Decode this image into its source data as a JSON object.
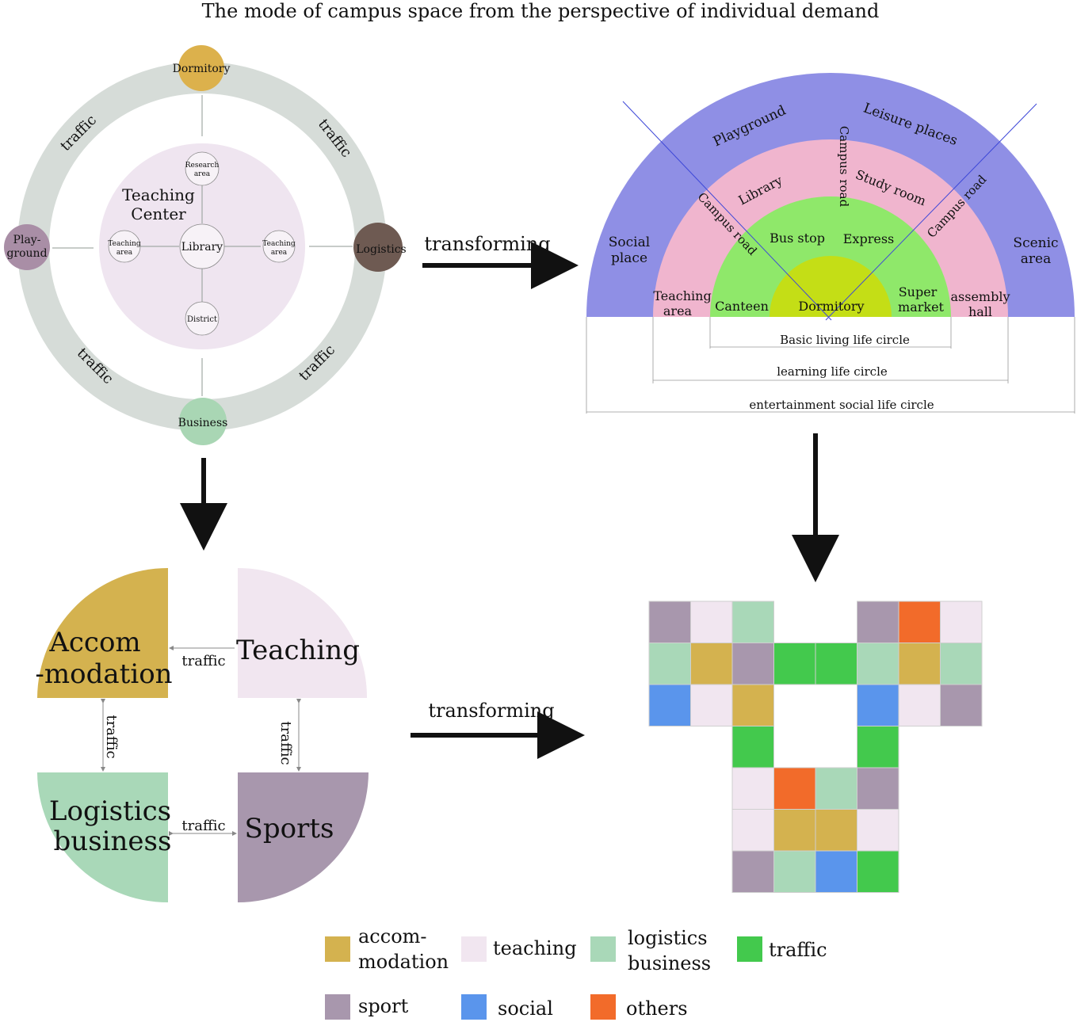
{
  "title": "The mode of campus space from the perspective of individual demand",
  "colors": {
    "accommodation": "#d4b24f",
    "teaching": "#f1e6f0",
    "logistics": "#a9d8b8",
    "traffic": "#43c94d",
    "sport": "#a897ad",
    "social": "#5a95ec",
    "others": "#f26b2a",
    "ring": "#d6dcd8",
    "outerArc": "#8f8fe5",
    "middleArc": "#f0b5ce",
    "innerArc": "#8fe86a",
    "coreArc": "#c4de16",
    "dormitoryNode": "#dcb14c",
    "logisticsNode": "#6e5a52",
    "businessNode": "#a9d6b4",
    "playgroundNode": "#a98ea6",
    "teachingCenter": "#efe5f0"
  },
  "ring_diagram": {
    "nodes": {
      "dormitory": "Dormitory",
      "playground_1": "Play-",
      "playground_2": "ground",
      "logistics": "Logistics",
      "business": "Business"
    },
    "traffic_labels": [
      "traffic",
      "traffic",
      "traffic",
      "traffic"
    ],
    "center_title_1": "Teaching",
    "center_title_2": "Center",
    "library": "Library",
    "research_1": "Research",
    "research_2": "area",
    "teaching_area_1": "Teaching",
    "teaching_area_2": "area",
    "district": "District"
  },
  "arc_diagram": {
    "outer": {
      "playground": "Playground",
      "leisure": "Leisure places",
      "social_1": "Social",
      "social_2": "place",
      "scenic_1": "Scenic",
      "scenic_2": "area"
    },
    "middle": {
      "campus_road_top_1": "Campus",
      "campus_road_top_2": "road",
      "library": "Library",
      "study_room": "Study room",
      "campus_road_left": "Campus road",
      "campus_road_right": "Campus road",
      "teaching_1": "Teaching",
      "teaching_2": "area",
      "assembly_1": "assembly",
      "assembly_2": "hall"
    },
    "inner": {
      "bus_stop": "Bus stop",
      "express": "Express",
      "canteen": "Canteen",
      "super_1": "Super",
      "super_2": "market"
    },
    "core": {
      "dormitory": "Dormitory"
    },
    "circles": {
      "basic": "Basic living life circle",
      "learning": "learning life circle",
      "entertainment": "entertainment social life circle"
    }
  },
  "transform_label_top": "transforming",
  "transform_label_bottom": "transforming",
  "quadrant_diagram": {
    "accommodation_1": "Accom",
    "accommodation_2": "-modation",
    "teaching": "Teaching",
    "logistics_1": "Logistics",
    "logistics_2": "business",
    "sports": "Sports",
    "traffic_top": "traffic",
    "traffic_bottom": "traffic",
    "traffic_left": "traffic",
    "traffic_right": "traffic"
  },
  "grid": {
    "cells": [
      [
        0,
        0,
        "sport"
      ],
      [
        1,
        0,
        "teaching"
      ],
      [
        2,
        0,
        "logistics"
      ],
      [
        5,
        0,
        "sport"
      ],
      [
        6,
        0,
        "others"
      ],
      [
        7,
        0,
        "teaching"
      ],
      [
        0,
        1,
        "logistics"
      ],
      [
        1,
        1,
        "accommodation"
      ],
      [
        2,
        1,
        "sport"
      ],
      [
        3,
        1,
        "traffic"
      ],
      [
        4,
        1,
        "traffic"
      ],
      [
        5,
        1,
        "logistics"
      ],
      [
        6,
        1,
        "accommodation"
      ],
      [
        7,
        1,
        "logistics"
      ],
      [
        0,
        2,
        "social"
      ],
      [
        1,
        2,
        "teaching"
      ],
      [
        2,
        2,
        "accommodation"
      ],
      [
        5,
        2,
        "social"
      ],
      [
        6,
        2,
        "teaching"
      ],
      [
        7,
        2,
        "sport"
      ],
      [
        2,
        3,
        "traffic"
      ],
      [
        5,
        3,
        "traffic"
      ],
      [
        2,
        4,
        "teaching"
      ],
      [
        3,
        4,
        "others"
      ],
      [
        4,
        4,
        "logistics"
      ],
      [
        5,
        4,
        "sport"
      ],
      [
        2,
        5,
        "teaching"
      ],
      [
        3,
        5,
        "accommodation"
      ],
      [
        4,
        5,
        "accommodation"
      ],
      [
        5,
        5,
        "teaching"
      ],
      [
        2,
        6,
        "sport"
      ],
      [
        3,
        6,
        "logistics"
      ],
      [
        4,
        6,
        "social"
      ],
      [
        5,
        6,
        "traffic"
      ]
    ]
  },
  "legend": {
    "accommodation_1": "accom-",
    "accommodation_2": "modation",
    "teaching": "teaching",
    "logistics_1": "logistics",
    "logistics_2": "business",
    "traffic": "traffic",
    "sport": "sport",
    "social": "social",
    "others": "others"
  }
}
